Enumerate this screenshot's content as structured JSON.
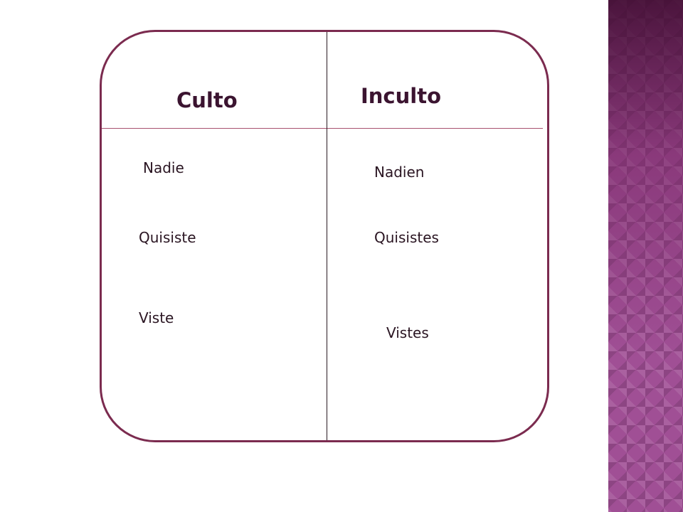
{
  "table": {
    "headers": {
      "culto": "Culto",
      "inculto": "Inculto"
    },
    "rows": [
      {
        "culto": "Nadie",
        "inculto": "Nadien"
      },
      {
        "culto": "Quisiste",
        "inculto": "Quisistes"
      },
      {
        "culto": "Viste",
        "inculto": "Vistes"
      }
    ]
  },
  "colors": {
    "frame_border": "#7b2b4f",
    "side_pattern": "#a04f95"
  }
}
